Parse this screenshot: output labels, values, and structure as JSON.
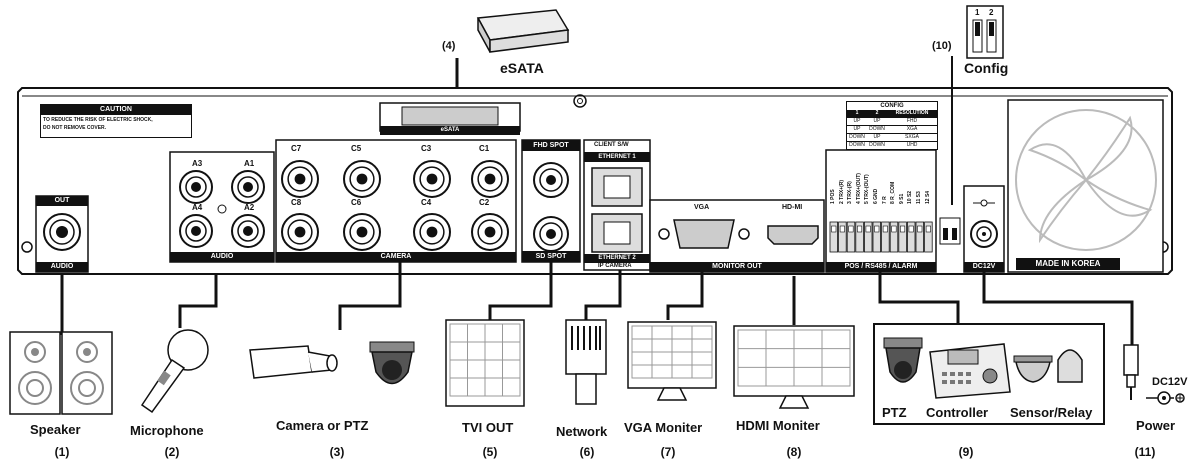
{
  "callouts": {
    "esata_num": "(4)",
    "esata_label": "eSATA",
    "config_num": "(10)",
    "config_label": "Config",
    "config_switch": [
      "1",
      "2"
    ]
  },
  "panel": {
    "caution_title": "CAUTION",
    "caution_line1": "TO REDUCE THE RISK OF ELECTRIC SHOCK,",
    "caution_line2": "DO NOT REMOVE COVER.",
    "esata_port_label": "eSATA",
    "audio_out_top": "OUT",
    "audio_out_bottom": "AUDIO",
    "audio_in_label": "AUDIO",
    "audio_channels": [
      "A3",
      "A1",
      "A4",
      "A2"
    ],
    "camera_label": "CAMERA",
    "camera_channels": [
      "C7",
      "C5",
      "C3",
      "C1",
      "C8",
      "C6",
      "C4",
      "C2"
    ],
    "fhd_spot": "FHD SPOT",
    "sd_spot": "SD SPOT",
    "client_sw": "CLIENT S/W",
    "ethernet1": "ETHERNET 1",
    "ethernet2": "ETHERNET 2",
    "ip_camera": "IP CAMERA",
    "vga": "VGA",
    "hdmi": "HD-MI",
    "monitor_out": "MONITOR OUT",
    "pos_label": "POS / RS485 / ALARM",
    "terminal_pins": [
      "POS",
      "TRX+(R)",
      "TRX-(R)",
      "TRX+(OUT)",
      "TRX-(OUT)",
      "GND",
      "R",
      "R_COM",
      "S1",
      "S2",
      "S3",
      "S4"
    ],
    "terminal_nums": [
      "1",
      "2",
      "3",
      "4",
      "5",
      "6",
      "7",
      "8",
      "9",
      "10",
      "11",
      "12"
    ],
    "dc12v": "DC12V",
    "made_in": "MADE IN KOREA",
    "config_table": {
      "title": "CONFIG",
      "headers": [
        "1",
        "2",
        "RESOLUTION"
      ],
      "rows": [
        [
          "UP",
          "UP",
          "FHD"
        ],
        [
          "UP",
          "DOWN",
          "XGA"
        ],
        [
          "DOWN",
          "UP",
          "SXGA"
        ],
        [
          "DOWN",
          "DOWN",
          "UHD"
        ]
      ]
    }
  },
  "devices": [
    {
      "name": "Speaker",
      "num": "(1)"
    },
    {
      "name": "Microphone",
      "num": "(2)"
    },
    {
      "name": "Camera or PTZ",
      "num": "(3)"
    },
    {
      "name": "TVI OUT",
      "num": "(5)"
    },
    {
      "name": "Network",
      "num": "(6)"
    },
    {
      "name": "VGA Moniter",
      "num": "(7)"
    },
    {
      "name": "HDMI Moniter",
      "num": "(8)"
    },
    {
      "name": "PTZ",
      "num": ""
    },
    {
      "name": "Controller",
      "num": "(9)"
    },
    {
      "name": "Sensor/Relay",
      "num": ""
    },
    {
      "name": "Power",
      "num": "(11)"
    }
  ],
  "power_symbol_label": "DC12V",
  "colors": {
    "ink": "#111111",
    "panel": "#ffffff",
    "port_gray": "#bbbbbb"
  }
}
